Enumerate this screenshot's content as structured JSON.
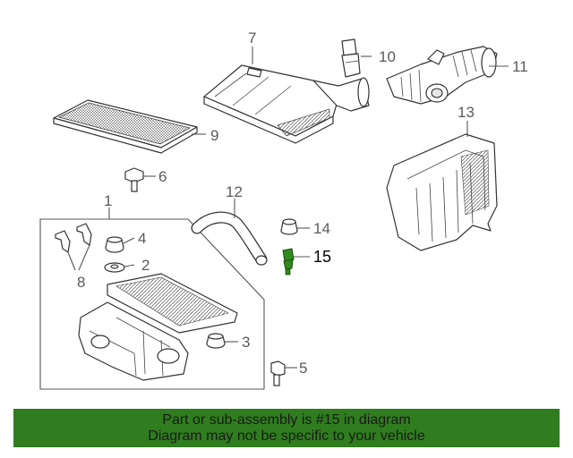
{
  "callouts": {
    "c1": "1",
    "c2": "2",
    "c3": "3",
    "c4": "4",
    "c5": "5",
    "c6": "6",
    "c7": "7",
    "c8": "8",
    "c9": "9",
    "c10": "10",
    "c11": "11",
    "c12": "12",
    "c13": "13",
    "c14": "14",
    "c15": "15"
  },
  "highlight": {
    "part_number": "15",
    "color": "#2e8b1c"
  },
  "banner": {
    "line1": "Part or sub-assembly is #15 in diagram",
    "line2": "Diagram may not be specific to your vehicle",
    "background": "#2f7d1e"
  }
}
